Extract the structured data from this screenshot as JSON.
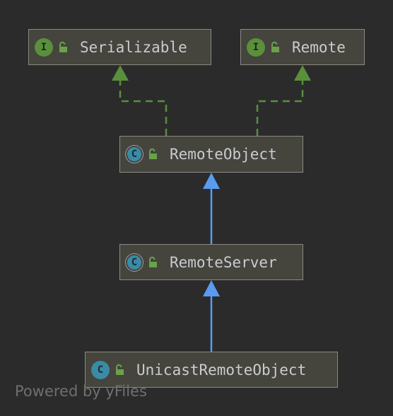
{
  "colors": {
    "background": "#2b2b2b",
    "node_fill": "#45443d",
    "node_border": "#8a8a84",
    "interface_badge": "#5a8f3c",
    "class_badge": "#3a8ba6",
    "implements_edge": "#5a8f3c",
    "extends_edge": "#5a9bf0",
    "label_text": "#c9ccd0",
    "watermark_text": "#6f6f6f"
  },
  "nodes": {
    "serializable": {
      "kind": "interface",
      "badge": "I",
      "label": "Serializable",
      "icon": "unlocked-padlock-icon"
    },
    "remote": {
      "kind": "interface",
      "badge": "I",
      "label": "Remote",
      "icon": "unlocked-padlock-icon"
    },
    "remote_object": {
      "kind": "abstract-class",
      "badge": "C",
      "label": "RemoteObject",
      "icon": "unlocked-padlock-icon"
    },
    "remote_server": {
      "kind": "abstract-class",
      "badge": "C",
      "label": "RemoteServer",
      "icon": "unlocked-padlock-icon"
    },
    "unicast_remote_object": {
      "kind": "class",
      "badge": "C",
      "label": "UnicastRemoteObject",
      "icon": "unlocked-padlock-icon"
    }
  },
  "edges": [
    {
      "from": "RemoteObject",
      "to": "Serializable",
      "type": "implements",
      "style": "dashed"
    },
    {
      "from": "RemoteObject",
      "to": "Remote",
      "type": "implements",
      "style": "dashed"
    },
    {
      "from": "RemoteServer",
      "to": "RemoteObject",
      "type": "extends",
      "style": "solid"
    },
    {
      "from": "UnicastRemoteObject",
      "to": "RemoteServer",
      "type": "extends",
      "style": "solid"
    }
  ],
  "watermark": "Powered by yFiles"
}
